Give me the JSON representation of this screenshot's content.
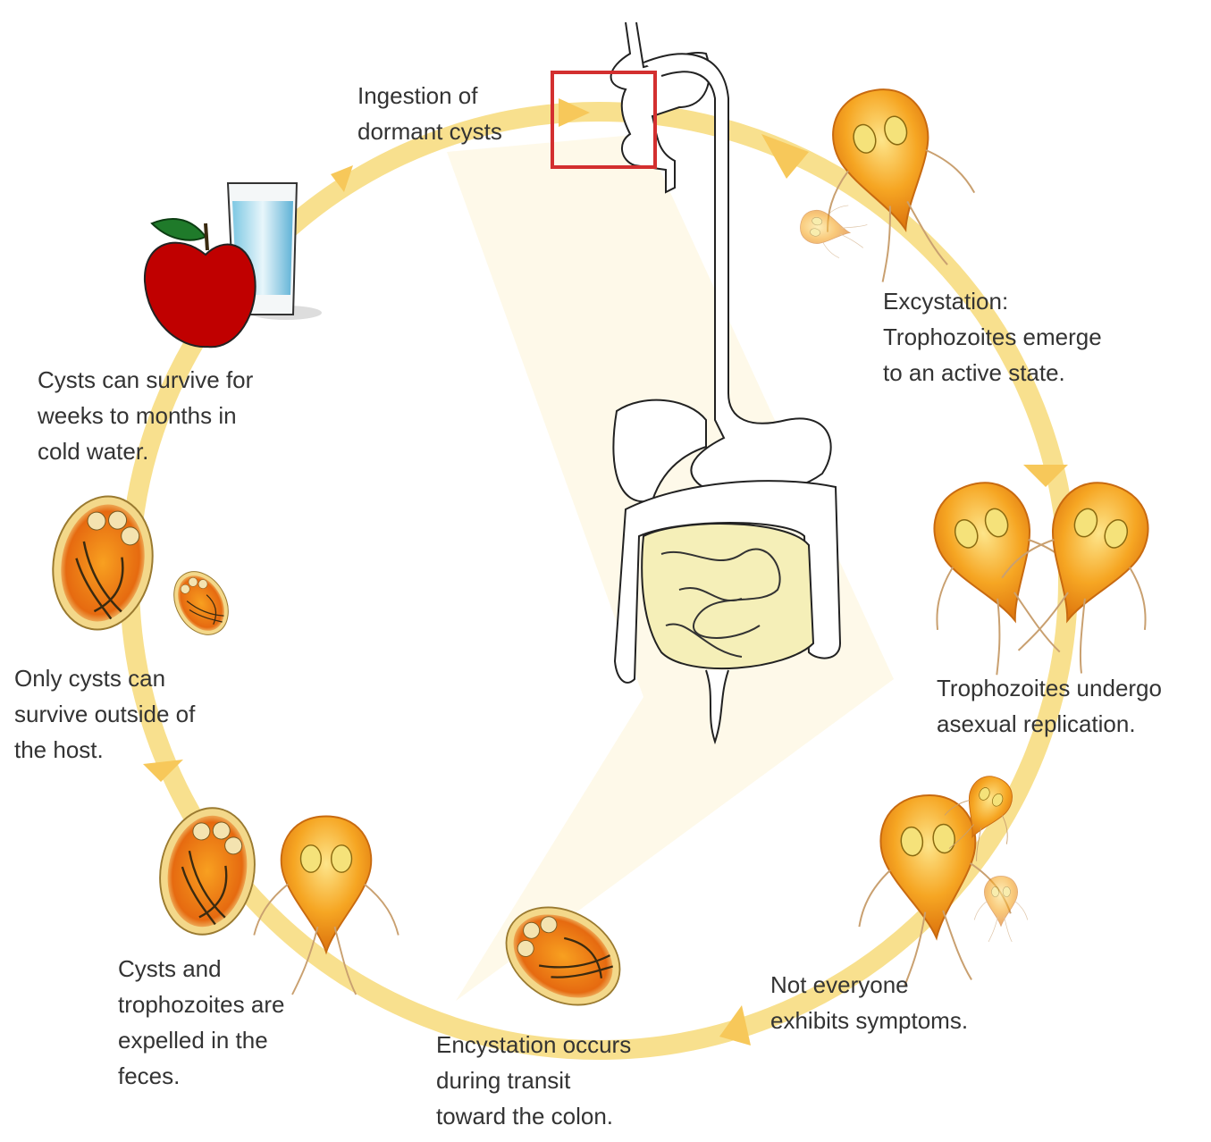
{
  "labels": {
    "ingestion": "Ingestion of\ndormant cysts",
    "excystation": "Excystation:\nTrophozoites emerge\nto an active state.",
    "replication": "Trophozoites undergo\nasexual replication.",
    "symptoms": "Not everyone\nexhibits symptoms.",
    "encystation": "Encystation occurs\nduring transit\ntoward the colon.",
    "expelled": "Cysts and\ntrophozoites are\nexpelled in the\nfeces.",
    "outside": "Only cysts can\nsurvive outside of\nthe host.",
    "survive": "Cysts can survive for\nweeks to months in\ncold water."
  },
  "colors": {
    "cycle_ring": "#f8e08e",
    "trophozoite": "#f39a1c",
    "cyst": "#e8b84a",
    "highlight_box": "#d32f2f",
    "apple": "#c00000",
    "small_intestine": "#f5efb8"
  }
}
